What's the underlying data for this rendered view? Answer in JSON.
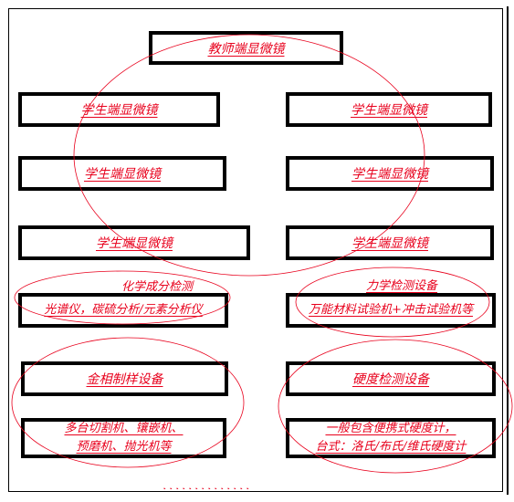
{
  "teacher_microscope": "教师端显微镜",
  "student_microscopes": [
    "学生端显微镜",
    "学生端显微镜",
    "学生端显微镜",
    "学生端显微镜",
    "学生端显微镜",
    "学生端显微镜"
  ],
  "chemical_section": {
    "heading": "化学成分检测",
    "box": "光谱仪，碳硫分析/元素分析仪"
  },
  "mechanical_section": {
    "heading": "力学检测设备",
    "box": "万能材料试验机+冲击试验机等"
  },
  "metallographic_box": "金相制样设备",
  "hardness_box": "硬度检测设备",
  "cutting_box": [
    "多台切割机、镶嵌机、",
    "预磨机、抛光机等"
  ],
  "hardness_detail_box": [
    "一般包含便携式硬度计，",
    "台式：洛氏/布氏/维氏硬度计"
  ],
  "bottom_marks": "、、、、、、、、、、、、、、",
  "colors": {
    "annotation": "#e8001c",
    "border": "#000000"
  }
}
